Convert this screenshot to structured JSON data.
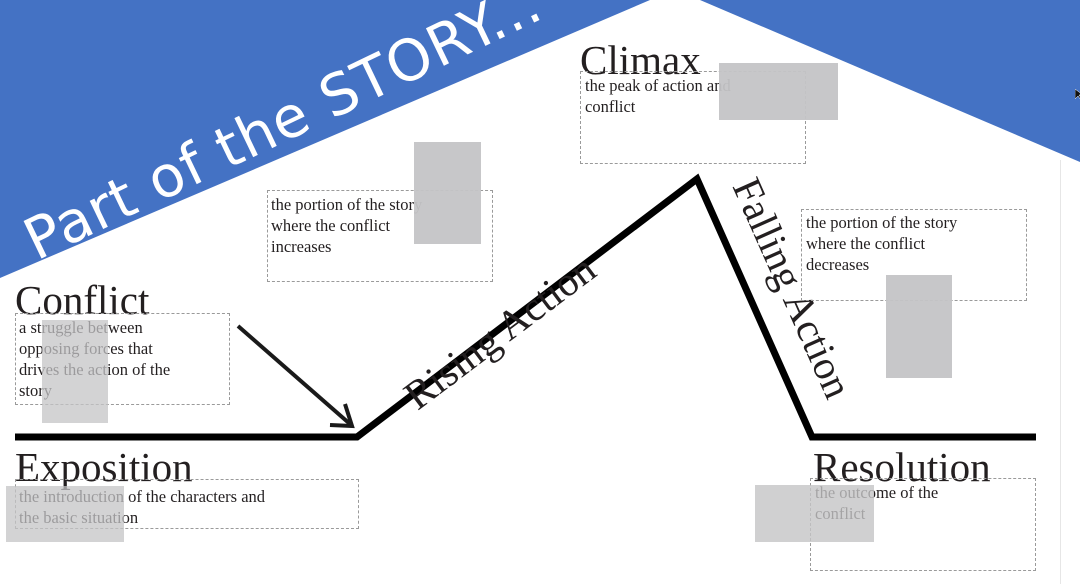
{
  "banner": {
    "title": "Part of the STORY...",
    "color": "#4472C4"
  },
  "diagram": {
    "stages": [
      {
        "id": "conflict",
        "title": "Conflict",
        "description": "a struggle between\nopposing forces that\ndrives the action of the\nstory"
      },
      {
        "id": "exposition",
        "title": "Exposition",
        "description": "the introduction of the characters and\nthe basic situation"
      },
      {
        "id": "rising-action",
        "title": "Rising Action",
        "description": "the portion of the story\nwhere the conflict\nincreases"
      },
      {
        "id": "climax",
        "title": "Climax",
        "description": "the peak of action and\nconflict"
      },
      {
        "id": "falling-action",
        "title": "Falling Action",
        "description": "the portion of the story\nwhere the conflict\ndecreases"
      },
      {
        "id": "resolution",
        "title": "Resolution",
        "description": "the outcome of the\nconflict"
      }
    ],
    "line_color": "#000000",
    "redaction_color": "#c4c4c6"
  }
}
